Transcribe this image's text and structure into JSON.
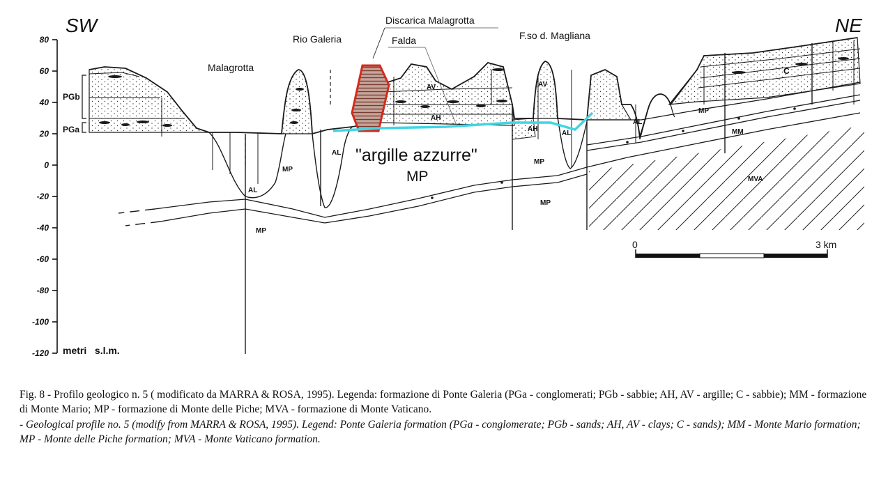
{
  "diagram": {
    "dir_left": "SW",
    "dir_right": "NE",
    "y_axis": {
      "unit_label": "metri   s.l.m.",
      "ticks": [
        "80",
        "60",
        "40",
        "20",
        "0",
        "-20",
        "-40",
        "-60",
        "-80",
        "-100",
        "-120"
      ]
    },
    "strata_labels": {
      "pgb": "PGb",
      "pga": "PGa"
    },
    "places": {
      "malagrotta": "Malagrotta",
      "rio_galeria": "Rio Galeria",
      "discarica": "Discarica Malagrotta",
      "falda": "Falda",
      "magliana": "F.so d. Magliana"
    },
    "highlight": {
      "argille_line1": "\"argille azzurre\"",
      "argille_line2": "MP"
    },
    "units": {
      "mp": "MP",
      "al": "AL",
      "av": "AV",
      "ah": "AH",
      "mm": "MM",
      "mva": "MVA",
      "c": "C"
    },
    "scale_bar": {
      "start": "0",
      "end": "3 km"
    },
    "colors": {
      "landfill": "#d42a1c",
      "water_table": "#3fd6e6",
      "ink": "#1a1a1a"
    }
  },
  "caption": {
    "it": "Fig. 8 - Profilo geologico n. 5 ( modificato da MARRA & ROSA, 1995). Legenda: formazione di Ponte Galeria (PGa - conglomerati; PGb - sabbie; AH, AV - argille; C - sabbie); MM - formazione di Monte Mario; MP - formazione di Monte delle Piche; MVA - formazione di Monte Vaticano.",
    "en": "- Geological profile no. 5 (modify from MARRA & ROSA, 1995). Legend: Ponte Galeria formation (PGa - conglomerate; PGb - sands; AH, AV - clays; C - sands); MM - Monte Mario formation; MP - Monte delle Piche formation; MVA - Monte Vaticano formation."
  }
}
